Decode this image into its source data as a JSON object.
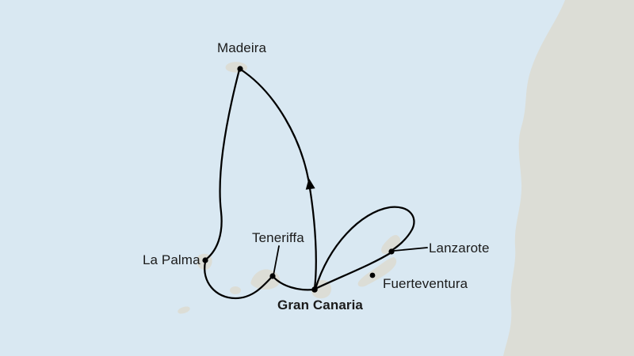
{
  "map": {
    "type": "cruise-route-map",
    "region": "Canary Islands and Madeira",
    "ports": [
      {
        "id": "madeira",
        "label": "Madeira",
        "emphasis": "normal"
      },
      {
        "id": "la-palma",
        "label": "La Palma",
        "emphasis": "normal"
      },
      {
        "id": "teneriffa",
        "label": "Teneriffa",
        "emphasis": "normal"
      },
      {
        "id": "gran-canaria",
        "label": "Gran Canaria",
        "emphasis": "bold"
      },
      {
        "id": "lanzarote",
        "label": "Lanzarote",
        "emphasis": "normal"
      },
      {
        "id": "fuerteventura",
        "label": "Fuerteventura",
        "emphasis": "normal"
      }
    ],
    "route_legs": [
      "gran-canaria to madeira (northbound, arrow)",
      "madeira to la-palma",
      "la-palma to teneriffa (southern loop)",
      "teneriffa to gran-canaria",
      "gran-canaria to lanzarote (northern arc)",
      "lanzarote to gran-canaria (direct)"
    ],
    "icons": {
      "direction_arrow": "▲"
    },
    "colors": {
      "sea": "#d9e8f2",
      "land": "#dcddd6",
      "route": "#000000",
      "label_text": "#1b1b1b"
    }
  }
}
